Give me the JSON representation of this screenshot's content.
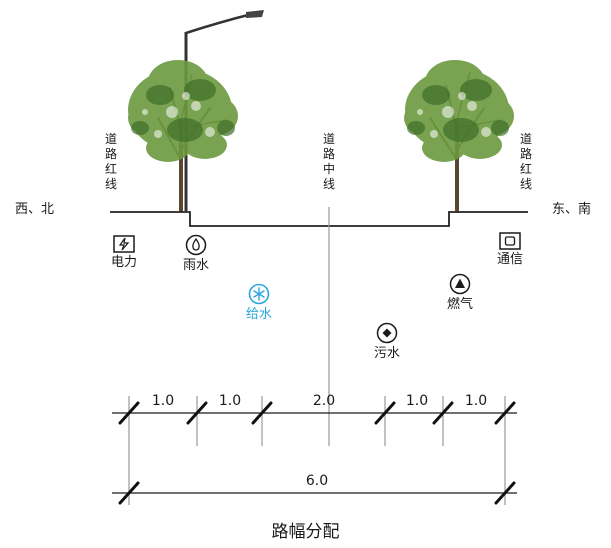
{
  "sides": {
    "left": "西、北",
    "right": "东、南"
  },
  "vertical_labels": {
    "left_red_line": [
      "道",
      "路",
      "红",
      "线"
    ],
    "center_line": [
      "道",
      "路",
      "中",
      "线"
    ],
    "right_red_line": [
      "道",
      "路",
      "红",
      "线"
    ]
  },
  "utilities": [
    {
      "key": "power",
      "label": "电力",
      "icon": "lightning-box-icon",
      "color": "#1a1a1a"
    },
    {
      "key": "rain",
      "label": "雨水",
      "icon": "water-drop-icon",
      "color": "#1a1a1a"
    },
    {
      "key": "water",
      "label": "给水",
      "icon": "snowflake-circle-icon",
      "color": "#2aa7e0"
    },
    {
      "key": "sewage",
      "label": "污水",
      "icon": "diamond-circle-icon",
      "color": "#1a1a1a"
    },
    {
      "key": "gas",
      "label": "燃气",
      "icon": "triangle-circle-icon",
      "color": "#1a1a1a"
    },
    {
      "key": "telecom",
      "label": "通信",
      "icon": "rect-box-icon",
      "color": "#1a1a1a"
    }
  ],
  "dimensions": {
    "segments": [
      "1.0",
      "1.0",
      "2.0",
      "1.0",
      "1.0"
    ],
    "total": "6.0"
  },
  "caption": "路幅分配"
}
